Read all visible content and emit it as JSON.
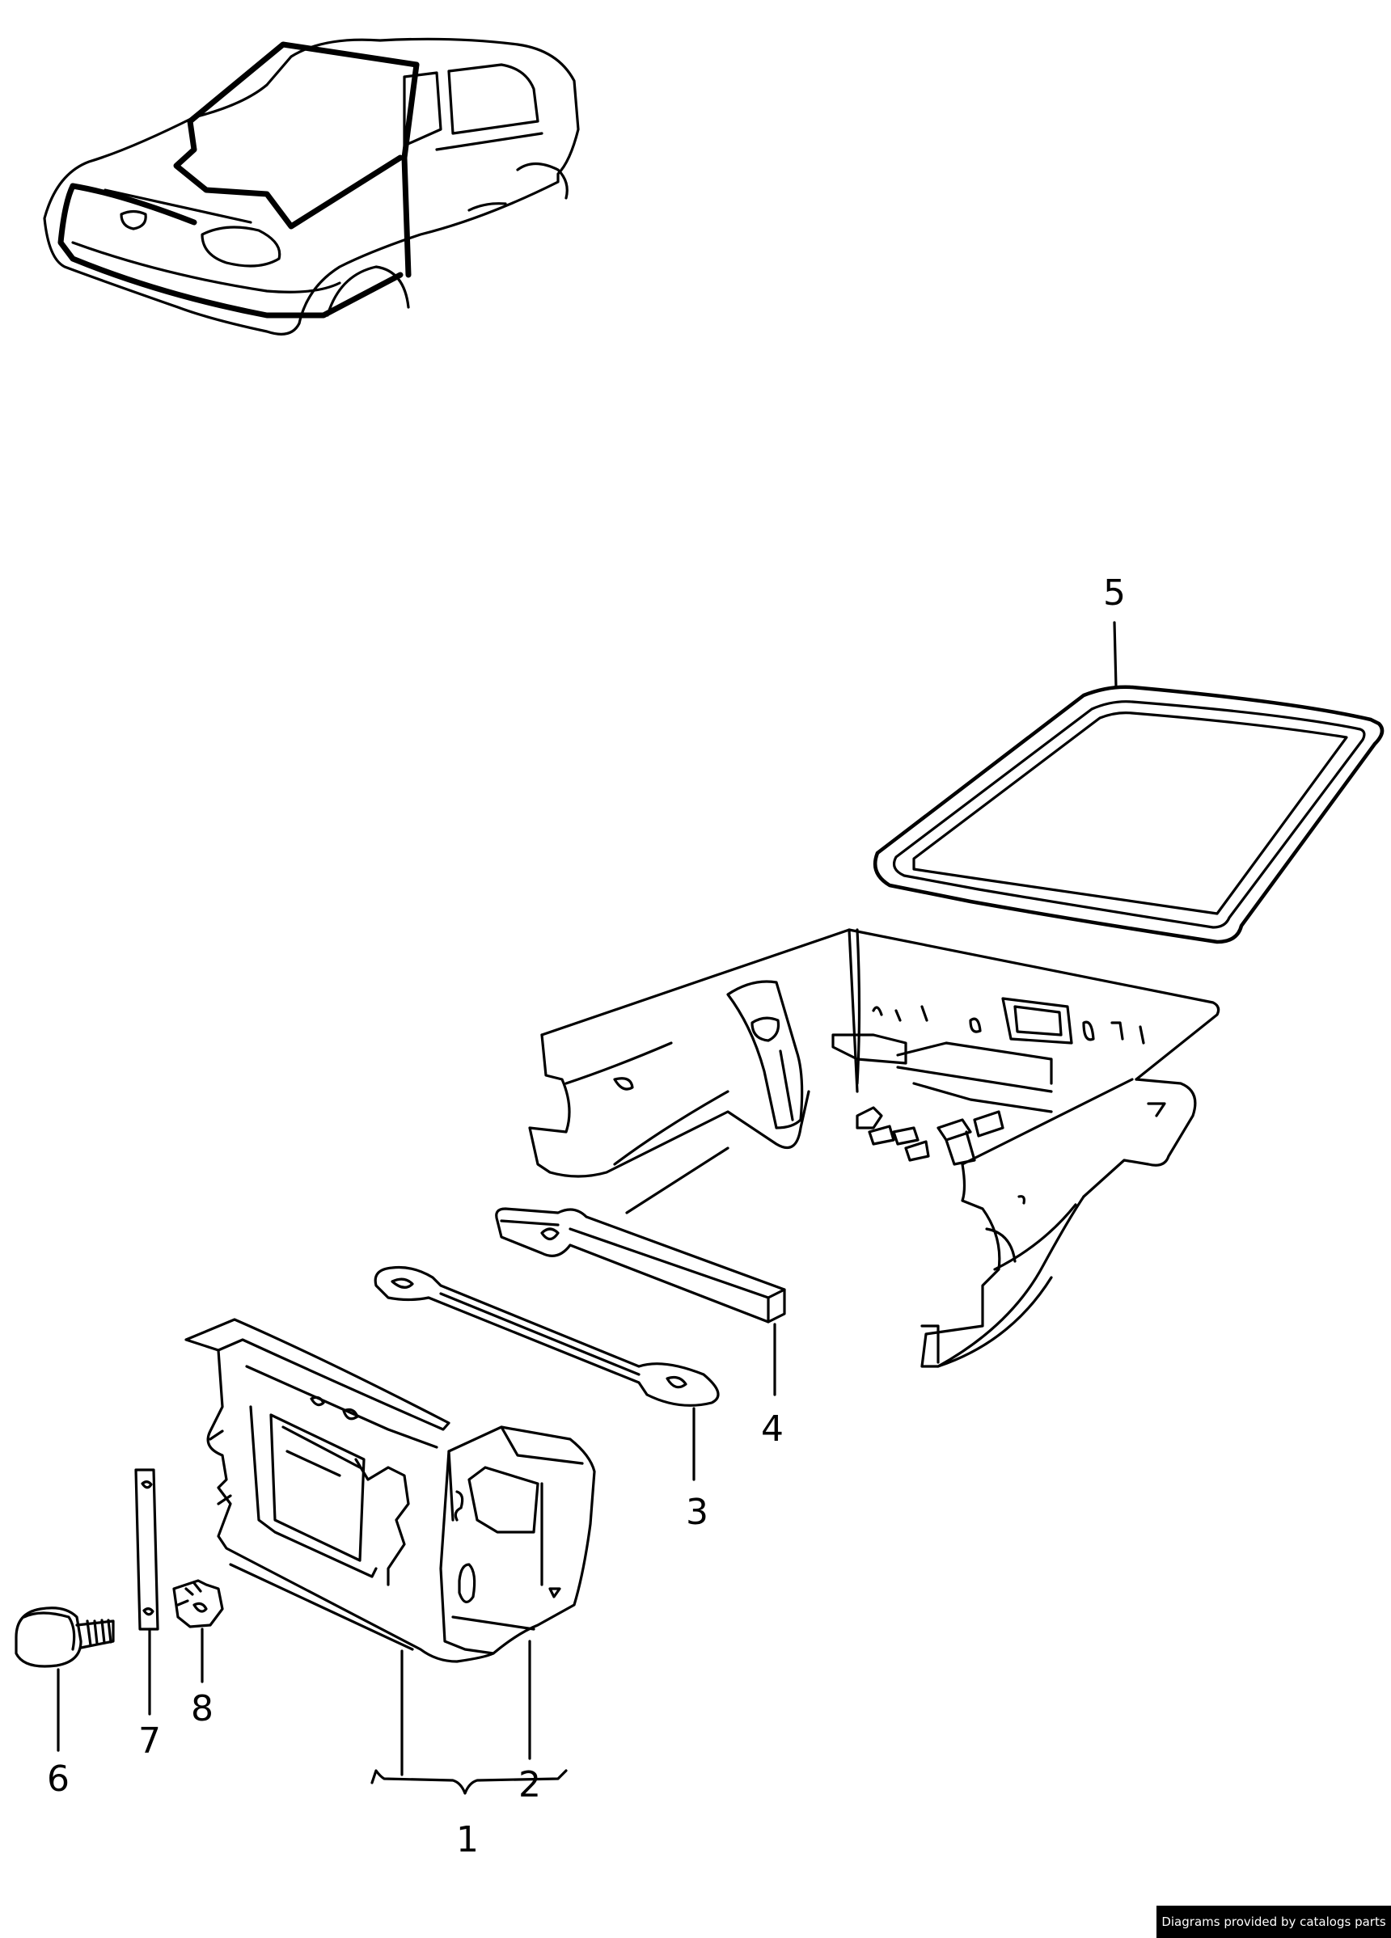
{
  "callouts": [
    "1",
    "2",
    "3",
    "4",
    "5",
    "6",
    "7",
    "8"
  ],
  "footer": {
    "credit": "Diagrams provided by catalogs parts"
  }
}
